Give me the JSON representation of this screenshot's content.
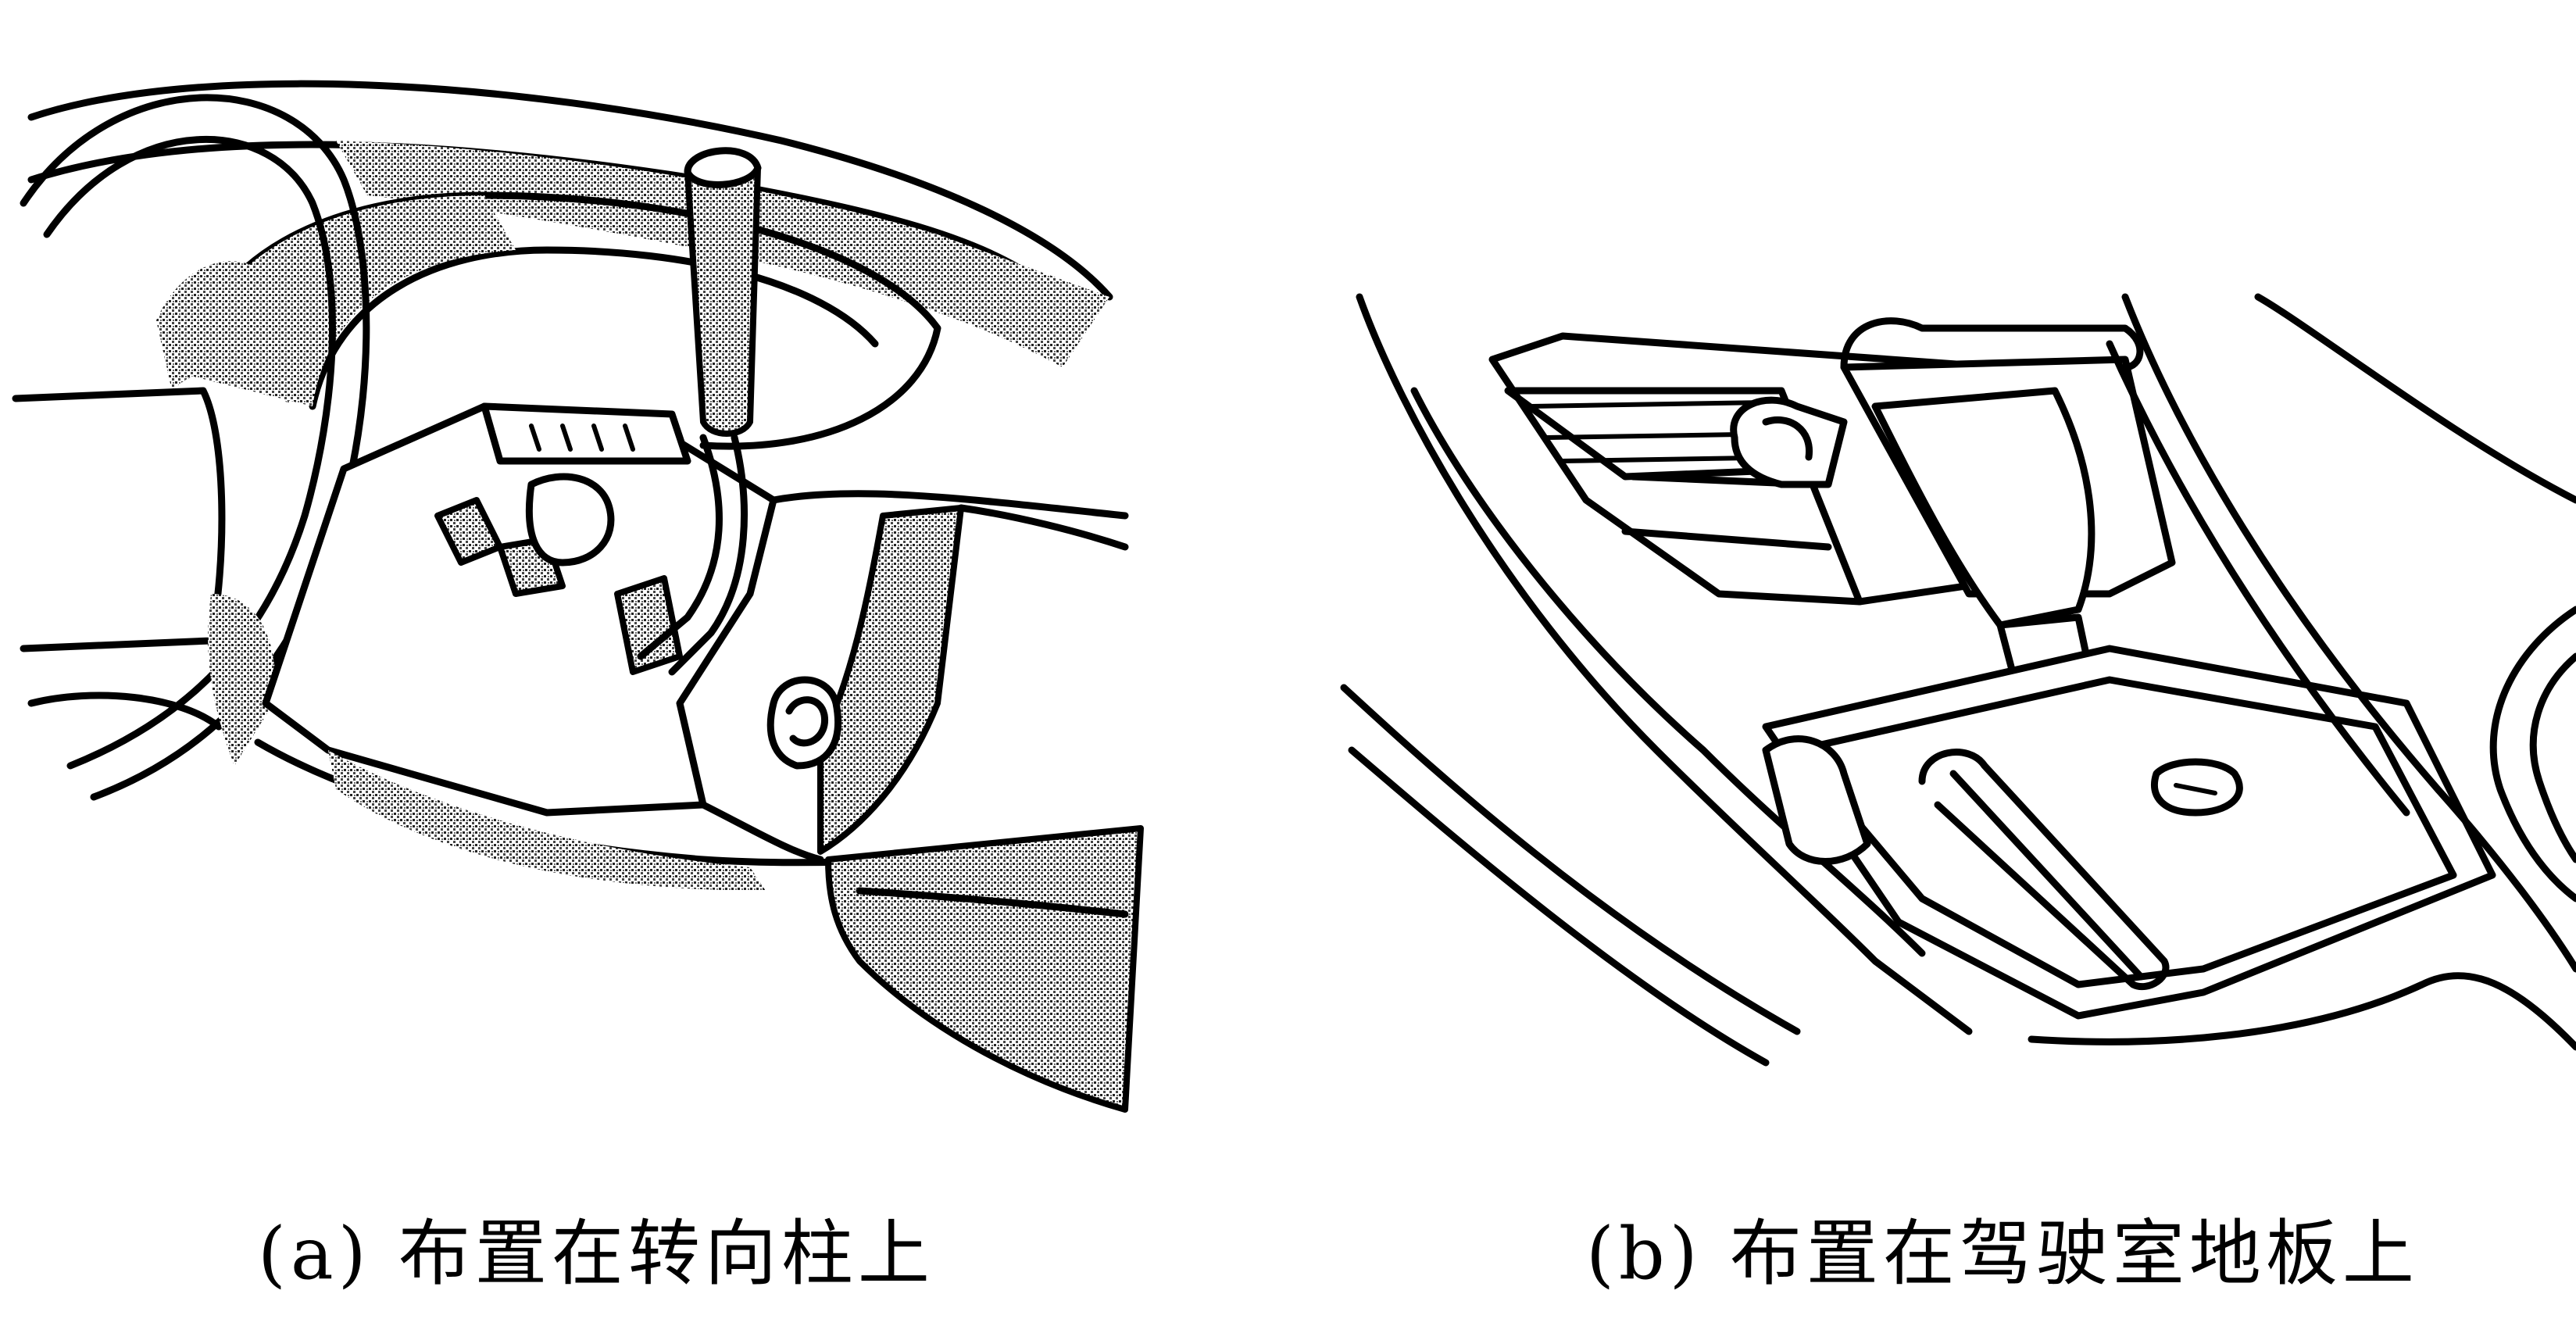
{
  "figure": {
    "panels": [
      {
        "id": "a",
        "caption": "(a) 布置在转向柱上"
      },
      {
        "id": "b",
        "caption": "(b) 布置在驾驶室地板上"
      }
    ]
  }
}
